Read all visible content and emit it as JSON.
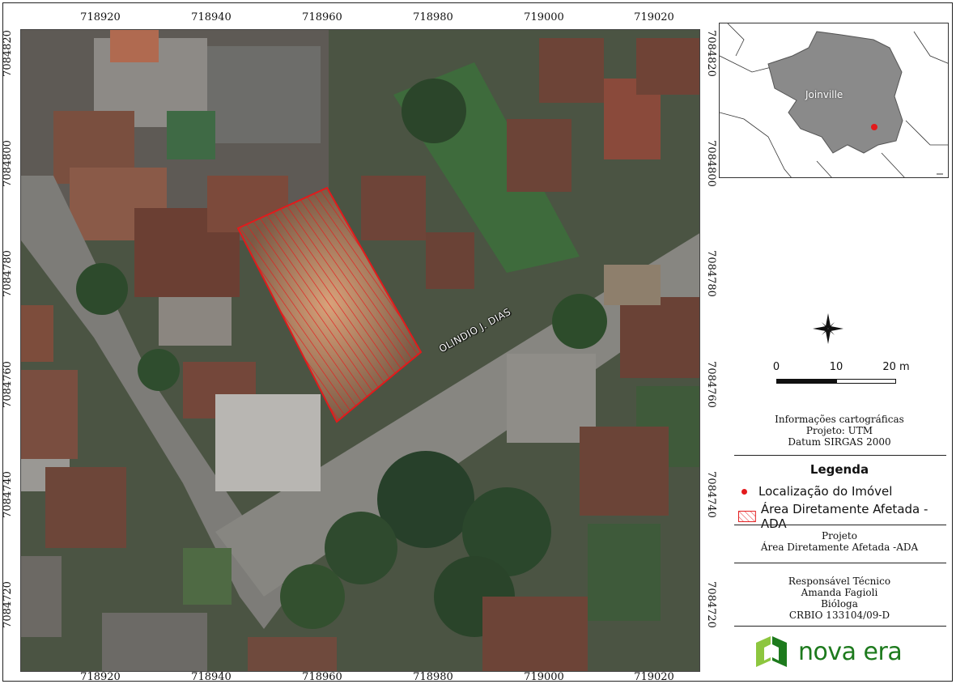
{
  "map": {
    "x_ticks": [
      "718920",
      "718940",
      "718960",
      "718980",
      "719000",
      "719020"
    ],
    "y_ticks": [
      "7084820",
      "7084800",
      "7084780",
      "7084760",
      "7084740",
      "7084720"
    ],
    "street_label": "OLINDIO J. DIAS",
    "colors": {
      "ada_outline": "#e31a1c",
      "ada_hatch": "#e31a1c",
      "location_point": "#e31a1c"
    }
  },
  "inset": {
    "city_label": "Joinville",
    "icon": "city-boundary-map"
  },
  "north_arrow": {
    "icon": "north-star-icon"
  },
  "scale_bar": {
    "labels": [
      "0",
      "10",
      "20 m"
    ]
  },
  "cartographic_info": {
    "lines": [
      "Informações cartográficas",
      "Projeto: UTM",
      "Datum SIRGAS 2000"
    ]
  },
  "legend": {
    "title": "Legenda",
    "items": [
      {
        "label": "Localização do Imóvel",
        "icon": "red-dot-icon"
      },
      {
        "label": "Área Diretamente Afetada - ADA",
        "icon": "red-hatch-icon"
      }
    ]
  },
  "project": {
    "lines": [
      "Projeto",
      "Área Diretamente Afetada -ADA"
    ]
  },
  "responsible": {
    "lines": [
      "Responsável Técnico",
      "Amanda Fagioli",
      "Bióloga",
      "CRBIO 133104/09-D"
    ]
  },
  "logo": {
    "text": "nova era",
    "icon": "nova-era-logo-icon",
    "color": "#1d7a1d"
  }
}
